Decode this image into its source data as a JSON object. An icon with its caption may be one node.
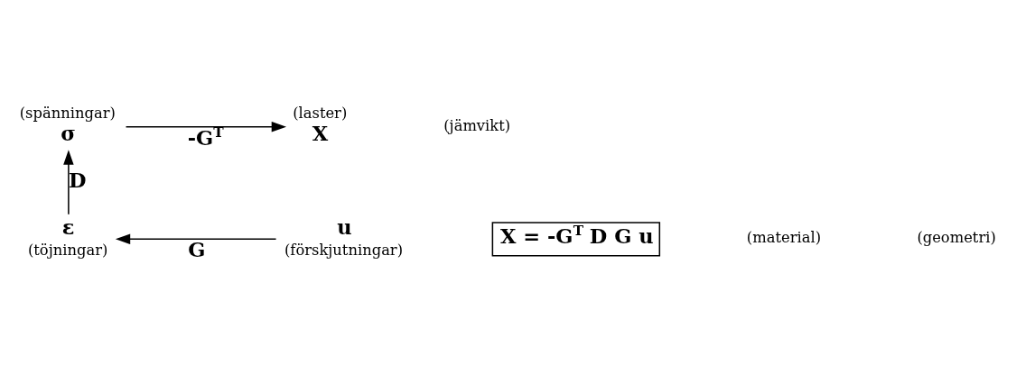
{
  "diagram": {
    "nodes": [
      {
        "text": [
          "σ"
        ],
        "beside": [
          "(spänningar)"
        ]
      },
      {
        "text": [
          "X"
        ],
        "beside": [
          "(laster)"
        ]
      },
      {
        "text": [
          "ε"
        ],
        "beside": [
          "(töjningar)"
        ]
      },
      {
        "text": [
          "u"
        ],
        "beside": [
          "(förskjutningar)"
        ]
      },
      {
        "text": [
          "X = -G$^{T}$ D G u"
        ]
      }
    ],
    "edges": [
      {
        "from": 0,
        "to": 1,
        "arrow": "to",
        "label": "-G$^{T}$"
      },
      {
        "from": 2,
        "to": 0,
        "arrow": "to",
        "label": "D"
      },
      {
        "from": 3,
        "to": 2,
        "arrow": "to",
        "label": "G"
      }
    ],
    "labels": [
      "(jämvikt)",
      "(material)",
      "(geometri)"
    ]
  }
}
